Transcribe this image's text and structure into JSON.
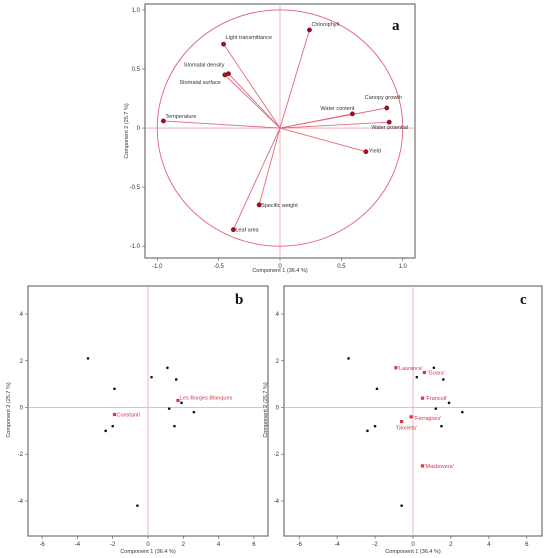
{
  "chart_data": [
    {
      "panel": "a",
      "type": "scatter",
      "xlabel": "Component 1  (36.4 %)",
      "ylabel": "Component 2  (25.7 %)",
      "xlim": [
        -1.1,
        1.1
      ],
      "ylim": [
        -1.1,
        1.05
      ],
      "xticks": [
        -1.0,
        -0.5,
        0,
        0.5,
        1.0
      ],
      "xtick_labels": [
        "-1.0",
        "-0.5",
        "0",
        "0.5",
        "1.0"
      ],
      "yticks": [
        -1.0,
        -0.5,
        0,
        0.5,
        1.0
      ],
      "ytick_labels": [
        "-1.0",
        "-0.5",
        "0",
        "0.5",
        "1.0"
      ],
      "unit_circle": true,
      "loadings": [
        {
          "label": "Chlorophyll",
          "x": 0.24,
          "y": 0.83
        },
        {
          "label": "Light transmittance",
          "x": -0.46,
          "y": 0.71
        },
        {
          "label": "Stomatal density",
          "x": -0.42,
          "y": 0.46
        },
        {
          "label": "Stomatal surface",
          "x": -0.45,
          "y": 0.45
        },
        {
          "label": "Temperature",
          "x": -0.95,
          "y": 0.06
        },
        {
          "label": "Canopy growth",
          "x": 0.87,
          "y": 0.17
        },
        {
          "label": "Water content",
          "x": 0.59,
          "y": 0.12
        },
        {
          "label": "Water potential",
          "x": 0.89,
          "y": 0.05
        },
        {
          "label": "Yield",
          "x": 0.7,
          "y": -0.2
        },
        {
          "label": "Specific weight",
          "x": -0.17,
          "y": -0.65
        },
        {
          "label": "Leaf area",
          "x": -0.38,
          "y": -0.86
        }
      ]
    },
    {
      "panel": "b",
      "type": "scatter",
      "xlabel": "Component 1  (36.4 %)",
      "ylabel": "Component 2  (25.7 %)",
      "xlim": [
        -6.8,
        6.8
      ],
      "ylim": [
        -5.5,
        5.2
      ],
      "xticks": [
        -6,
        -4,
        -2,
        0,
        2,
        4,
        6
      ],
      "xtick_labels": [
        "-6",
        "-4",
        "-2",
        "0",
        "2",
        "4",
        "6"
      ],
      "yticks": [
        -4,
        -2,
        0,
        2,
        4
      ],
      "ytick_labels": [
        "-4",
        "-2",
        "0",
        "2",
        "4"
      ],
      "points": [
        {
          "x": -3.4,
          "y": 2.1
        },
        {
          "x": -1.9,
          "y": 0.8
        },
        {
          "x": 0.2,
          "y": 1.3
        },
        {
          "x": 1.1,
          "y": 1.7
        },
        {
          "x": 1.6,
          "y": 1.2
        },
        {
          "x": 1.9,
          "y": 0.2
        },
        {
          "x": 2.6,
          "y": -0.2
        },
        {
          "x": 1.2,
          "y": -0.05
        },
        {
          "x": -2.4,
          "y": -1.0
        },
        {
          "x": -2.0,
          "y": -0.8
        },
        {
          "x": 1.5,
          "y": -0.8
        },
        {
          "x": -0.6,
          "y": -4.2
        }
      ],
      "highlighted": [
        {
          "label": "Les Borges Blanques",
          "x": 1.7,
          "y": 0.3
        },
        {
          "label": "Constantí",
          "x": -1.9,
          "y": -0.3
        }
      ]
    },
    {
      "panel": "c",
      "type": "scatter",
      "xlabel": "Component 1  (36.4 %)",
      "ylabel": "Component 2  (25.7 %)",
      "xlim": [
        -6.8,
        6.8
      ],
      "ylim": [
        -5.5,
        5.2
      ],
      "xticks": [
        -6,
        -4,
        -2,
        0,
        2,
        4,
        6
      ],
      "xtick_labels": [
        "-6",
        "-4",
        "-2",
        "0",
        "2",
        "4",
        "6"
      ],
      "yticks": [
        -4,
        -2,
        0,
        2,
        4
      ],
      "ytick_labels": [
        "-4",
        "-2",
        "0",
        "2",
        "4"
      ],
      "points": [
        {
          "x": -3.4,
          "y": 2.1
        },
        {
          "x": -1.9,
          "y": 0.8
        },
        {
          "x": 0.2,
          "y": 1.3
        },
        {
          "x": 1.1,
          "y": 1.7
        },
        {
          "x": 1.6,
          "y": 1.2
        },
        {
          "x": 1.9,
          "y": 0.2
        },
        {
          "x": 2.6,
          "y": -0.2
        },
        {
          "x": 1.2,
          "y": -0.05
        },
        {
          "x": -2.4,
          "y": -1.0
        },
        {
          "x": -2.0,
          "y": -0.8
        },
        {
          "x": 1.5,
          "y": -0.8
        },
        {
          "x": -0.6,
          "y": -4.2
        }
      ],
      "highlighted": [
        {
          "label": "'Laurance'",
          "x": -0.9,
          "y": 1.7
        },
        {
          "label": "'Guara'",
          "x": 0.6,
          "y": 1.5
        },
        {
          "label": "'Francoli'",
          "x": 0.5,
          "y": 0.4
        },
        {
          "label": "'Ferragnes'",
          "x": -0.1,
          "y": -0.4
        },
        {
          "label": "'Glorieta'",
          "x": -0.6,
          "y": -0.6
        },
        {
          "label": "'Masbovera'",
          "x": 0.5,
          "y": -2.5
        }
      ]
    }
  ]
}
